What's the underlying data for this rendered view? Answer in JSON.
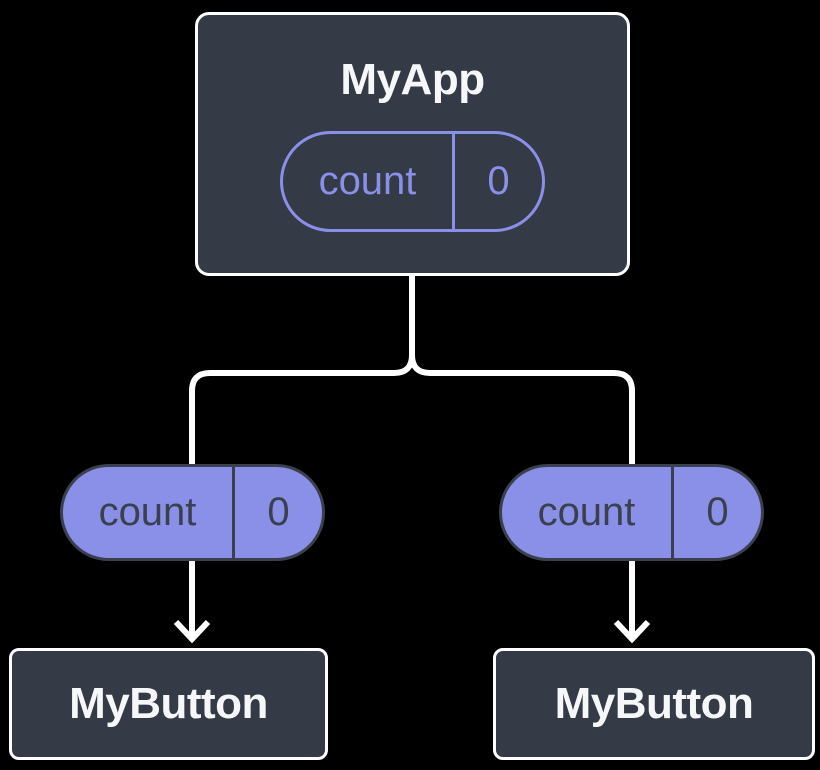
{
  "diagram": {
    "root": {
      "title": "MyApp",
      "state": {
        "name": "count",
        "value": "0"
      }
    },
    "children": [
      {
        "title": "MyButton",
        "prop": {
          "name": "count",
          "value": "0"
        }
      },
      {
        "title": "MyButton",
        "prop": {
          "name": "count",
          "value": "0"
        }
      }
    ]
  },
  "theme": {
    "bg": "#000000",
    "node": "#343A46",
    "node-border": "#FFFFFF",
    "ink": "#F6F7F9",
    "purple": "#8A90E8",
    "pill-ink": "#3A404D",
    "line": "#FFFFFF"
  }
}
